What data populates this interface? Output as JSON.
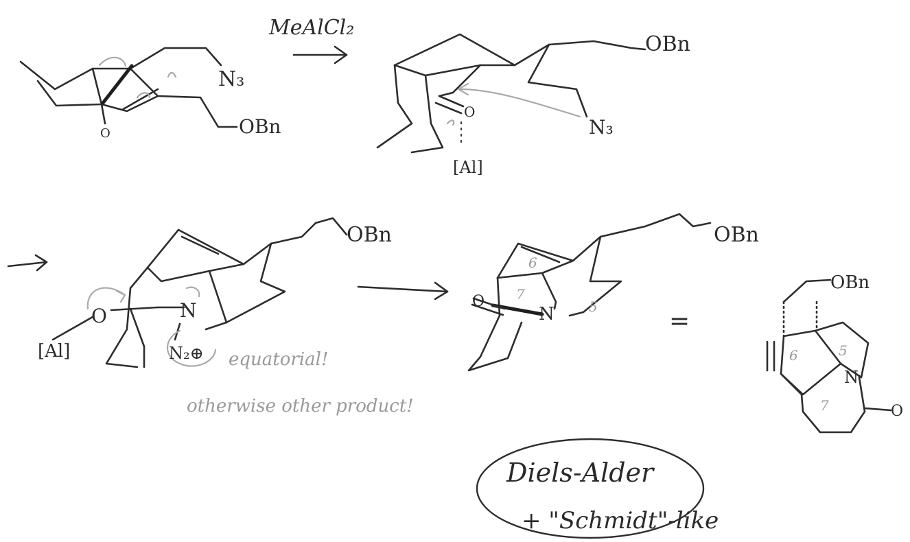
{
  "reagent": "MeAlCl₂",
  "labels": {
    "n3_1": "N₃",
    "n3_2": "N₃",
    "obn_1": "OBn",
    "obn_2": "OBn",
    "obn_3": "OBn",
    "obn_4": "OBn",
    "obn_5": "OBn",
    "o_1": "O",
    "o_2": "O",
    "o_3": "O",
    "o_4": "O",
    "o_5": "O",
    "al_1": "[Al]",
    "al_2": "[Al]",
    "n_1": "N",
    "n2plus": "N₂⊕",
    "n_2": "N",
    "n_3": "N",
    "equals": "="
  },
  "ring_numbers": {
    "r6a": "6",
    "r7a": "7",
    "r5a": "5",
    "r6b": "6",
    "r5b": "5",
    "r7b": "7"
  },
  "notes": {
    "equatorial": "equatorial!",
    "otherwise": "otherwise other product!"
  },
  "conclusion": {
    "line1": "Diels-Alder",
    "line2": "+ \"Schmidt\"-like"
  }
}
